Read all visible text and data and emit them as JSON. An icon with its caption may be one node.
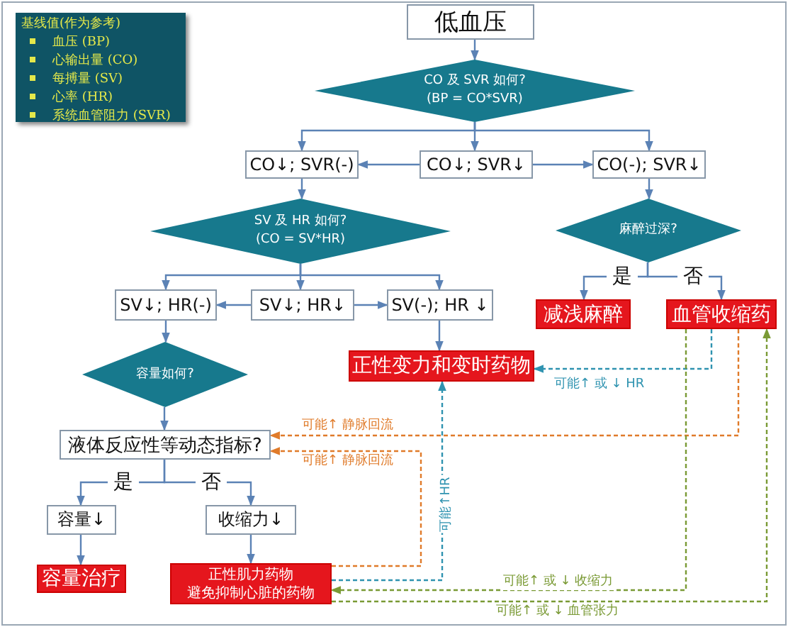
{
  "diagram": {
    "nodes": [
      {
        "text": [
          "基线值(作为参考)",
          "血压 (BP)",
          "心输出量 (CO)",
          "每搏量 (SV)",
          "心率 (HR)",
          "系统血管阻力 (SVR)"
        ]
      },
      {
        "text": [
          "低血压"
        ]
      },
      {
        "text": [
          "CO 及 SVR 如何?",
          "(BP = CO*SVR)"
        ]
      },
      {
        "text": [
          "CO↓; SVR(-)"
        ]
      },
      {
        "text": [
          "CO↓; SVR↓"
        ]
      },
      {
        "text": [
          "CO(-); SVR↓"
        ]
      },
      {
        "text": [
          "SV 及 HR 如何?",
          "(CO = SV*HR)"
        ]
      },
      {
        "text": [
          "SV↓; HR(-)"
        ]
      },
      {
        "text": [
          "SV↓; HR↓"
        ]
      },
      {
        "text": [
          "SV(-); HR ↓"
        ]
      },
      {
        "text": [
          "容量如何?"
        ]
      },
      {
        "text": [
          "麻醉过深?"
        ]
      },
      {
        "text": [
          "减浅麻醉"
        ]
      },
      {
        "text": [
          "血管收缩药"
        ]
      },
      {
        "text": [
          "正性变力和变时药物"
        ]
      },
      {
        "text": [
          "液体反应性等动态指标?"
        ]
      },
      {
        "text": [
          "容量↓"
        ]
      },
      {
        "text": [
          "收缩力↓"
        ]
      },
      {
        "text": [
          "容量治疗"
        ]
      },
      {
        "text": [
          "正性肌力药物",
          "避免抑制心脏的药物"
        ]
      }
    ],
    "edges": [
      {
        "from": 1,
        "to": 2,
        "arrow": "to"
      },
      {
        "from": 2,
        "to": 3,
        "arrow": "to"
      },
      {
        "from": 2,
        "to": 4,
        "arrow": "to"
      },
      {
        "from": 2,
        "to": 5,
        "arrow": "to"
      },
      {
        "from": 4,
        "to": 3,
        "arrow": "to"
      },
      {
        "from": 4,
        "to": 5,
        "arrow": "to"
      },
      {
        "from": 3,
        "to": 6,
        "arrow": "to"
      },
      {
        "from": 5,
        "to": 11,
        "arrow": "to"
      },
      {
        "from": 11,
        "to": 12,
        "arrow": "to",
        "label": "是"
      },
      {
        "from": 11,
        "to": 13,
        "arrow": "to",
        "label": "否"
      },
      {
        "from": 6,
        "to": 7,
        "arrow": "to"
      },
      {
        "from": 6,
        "to": 8,
        "arrow": "to"
      },
      {
        "from": 6,
        "to": 9,
        "arrow": "to"
      },
      {
        "from": 8,
        "to": 7,
        "arrow": "to"
      },
      {
        "from": 8,
        "to": 9,
        "arrow": "to"
      },
      {
        "from": 7,
        "to": 10,
        "arrow": "to"
      },
      {
        "from": 9,
        "to": 14,
        "arrow": "to"
      },
      {
        "from": 10,
        "to": 15,
        "arrow": "to"
      },
      {
        "from": 15,
        "to": 16,
        "arrow": "to",
        "label": "是"
      },
      {
        "from": 15,
        "to": 17,
        "arrow": "to",
        "label": "否"
      },
      {
        "from": 16,
        "to": 18,
        "arrow": "to"
      },
      {
        "from": 17,
        "to": 19,
        "arrow": "to"
      },
      {
        "from": 13,
        "to": 14,
        "arrow": "to",
        "label": "可能↑ 或 ↓ HR",
        "style": "dashed",
        "color": "#2f93b0"
      },
      {
        "from": 13,
        "to": 15,
        "arrow": "to",
        "label": "可能↑ 静脉回流",
        "style": "dashed",
        "color": "#e07b2a"
      },
      {
        "from": 19,
        "to": 15,
        "arrow": "to",
        "label": "可能↑ 静脉回流",
        "style": "dashed",
        "color": "#e07b2a"
      },
      {
        "from": 19,
        "to": 14,
        "arrow": "to",
        "label": "可能↑HR",
        "style": "dashed",
        "color": "#2f93b0"
      },
      {
        "from": 13,
        "to": 19,
        "arrow": "to",
        "label": "可能↑ 或 ↓ 收缩力",
        "style": "dashed",
        "color": "#7a9a35"
      },
      {
        "from": 19,
        "to": 13,
        "arrow": "to",
        "label": "可能↑ 或 ↓ 血管张力",
        "style": "dashed",
        "color": "#7a9a35"
      }
    ]
  }
}
